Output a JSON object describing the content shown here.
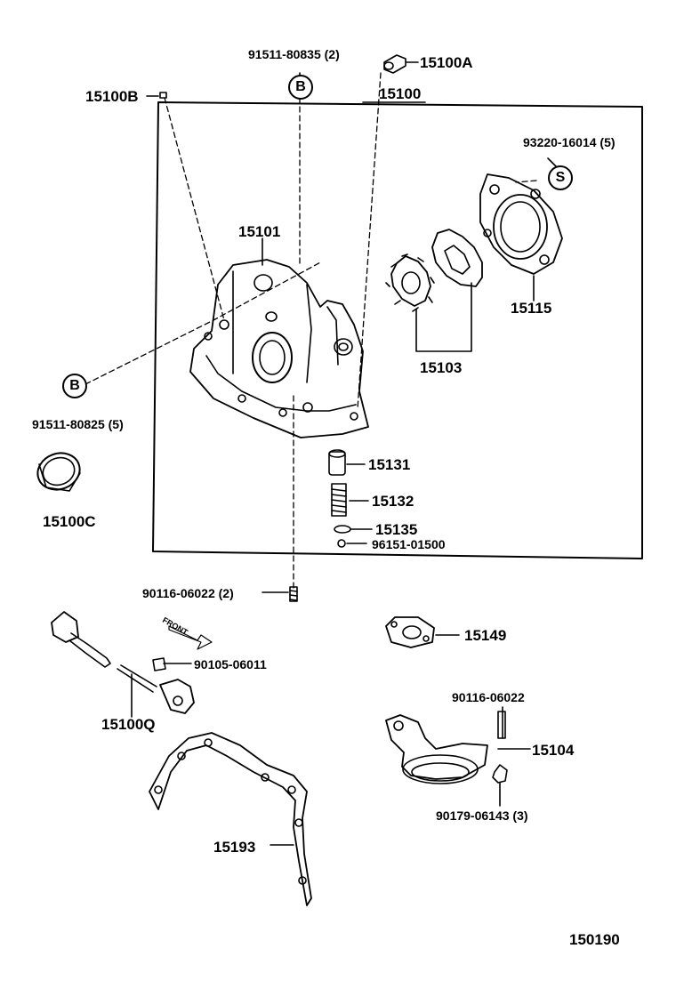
{
  "diagram_id": "150190",
  "front_marker": "FRONT",
  "callouts": {
    "b": "B",
    "s": "S"
  },
  "labels": {
    "p91511_80835": "91511-80835 (2)",
    "p15100A": "15100A",
    "p15100B": "15100B",
    "p15100": "15100",
    "p93220_16014": "93220-16014 (5)",
    "p15101": "15101",
    "p15115": "15115",
    "p15103": "15103",
    "p91511_80825": "91511-80825 (5)",
    "p15100C": "15100C",
    "p15131": "15131",
    "p15132": "15132",
    "p15135": "15135",
    "p96151_01500": "96151-01500",
    "p90116_06022_2": "90116-06022 (2)",
    "p15149": "15149",
    "p90105_06011": "90105-06011",
    "p15100Q": "15100Q",
    "p90116_06022": "90116-06022",
    "p15104": "15104",
    "p90179_06143": "90179-06143 (3)",
    "p15193": "15193"
  }
}
